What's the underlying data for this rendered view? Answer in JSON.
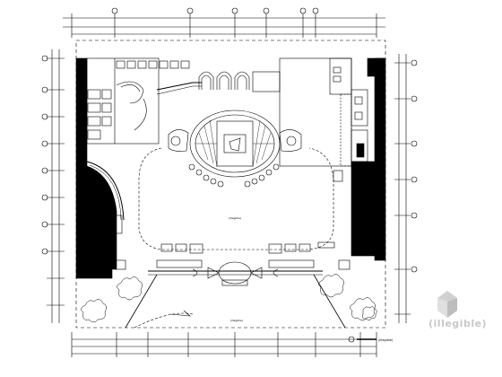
{
  "drawing": {
    "center_label": "(illegible)",
    "entrance_label": "(illegible)",
    "title_block_text": "(illegible)"
  },
  "watermark": {
    "text": "(illegible)",
    "logo_icon": "watermark-logo-icon"
  },
  "colors": {
    "line": "#000000",
    "wall_fill": "#000000",
    "paper": "#ffffff",
    "watermark": "#cccccc"
  }
}
